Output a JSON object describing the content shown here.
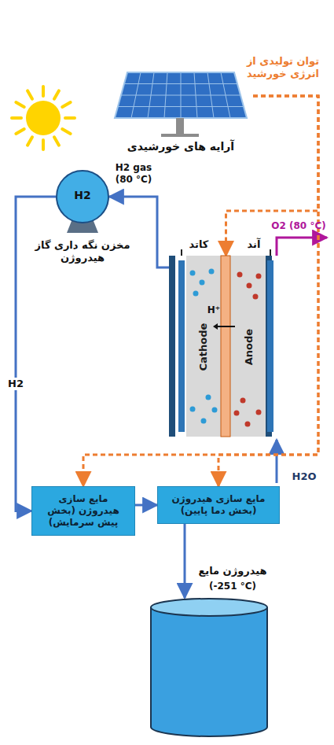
{
  "diagram": {
    "nodes": [
      {
        "text": [
          "آرایه های خورشیدی"
        ]
      },
      {
        "text": [
          "H2",
          "مخزن نگه داری گاز هیدروژن"
        ]
      },
      {
        "text": [
          "کاتد",
          "آند",
          "Cathode",
          "Anode",
          "H⁺"
        ]
      },
      {
        "text": [
          "مایع سازی هیدروژن (بخش پیش سرمایش)"
        ]
      },
      {
        "text": [
          "مایع سازی هیدروژن (بخش دما پایین)"
        ]
      },
      {
        "text": [
          "هیدروژن مایع",
          "(-251 °C)"
        ]
      }
    ],
    "edges": [
      {
        "from": 0,
        "to": 2,
        "arrow": "to"
      },
      {
        "from": 0,
        "to": 3,
        "arrow": "to"
      },
      {
        "from": 0,
        "to": 4,
        "arrow": "to"
      },
      {
        "from": 2,
        "to": 1,
        "label": "H2 gas (80 °C)",
        "arrow": "to"
      },
      {
        "from": 1,
        "to": 3,
        "label": "H2",
        "arrow": "to"
      },
      {
        "from": 3,
        "to": 4,
        "arrow": "to"
      },
      {
        "from": 4,
        "to": 5,
        "arrow": "to"
      }
    ],
    "labels": [
      "توان تولیدی از انرژی خورشید",
      "O2 (80 °C)",
      "H2O"
    ]
  }
}
